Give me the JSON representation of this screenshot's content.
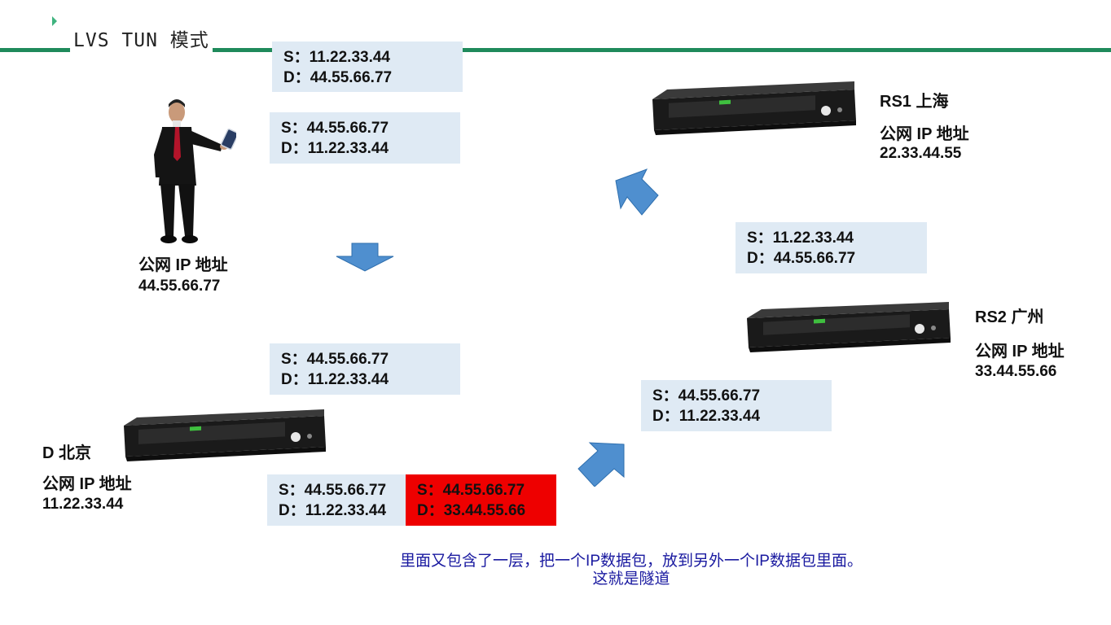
{
  "title": "LVS TUN 模式",
  "client": {
    "label": "公网 IP 地址",
    "ip": "44.55.66.77"
  },
  "director": {
    "name": "D 北京",
    "label": "公网 IP 地址",
    "ip": "11.22.33.44"
  },
  "rs1": {
    "name": "RS1 上海",
    "label": "公网 IP 地址",
    "ip": "22.33.44.55"
  },
  "rs2": {
    "name": "RS2 广州",
    "label": "公网 IP 地址",
    "ip": "33.44.55.66"
  },
  "packets": {
    "top_response": {
      "src": "S：11.22.33.44",
      "dst": "D：44.55.66.77"
    },
    "top_request": {
      "src": "S：44.55.66.77",
      "dst": "D：11.22.33.44"
    },
    "mid_request": {
      "src": "S：44.55.66.77",
      "dst": "D：11.22.33.44"
    },
    "inner_packet": {
      "src": "S：44.55.66.77",
      "dst": "D：11.22.33.44"
    },
    "outer_packet": {
      "src": "S：44.55.66.77",
      "dst": "D：33.44.55.66"
    },
    "rs2_in": {
      "src": "S：44.55.66.77",
      "dst": "D：11.22.33.44"
    },
    "rs_response": {
      "src": "S：11.22.33.44",
      "dst": "D：44.55.66.77"
    }
  },
  "caption": {
    "line1": "里面又包含了一层，把一个IP数据包，放到另外一个IP数据包里面。",
    "line2": "这就是隧道"
  },
  "colors": {
    "title_bar": "#1f8a5b",
    "packet_bg": "#dfeaf4",
    "highlight_packet_bg": "#ee0000",
    "arrow_fill": "#4f8fcf",
    "caption_text": "#1a1aa0"
  }
}
